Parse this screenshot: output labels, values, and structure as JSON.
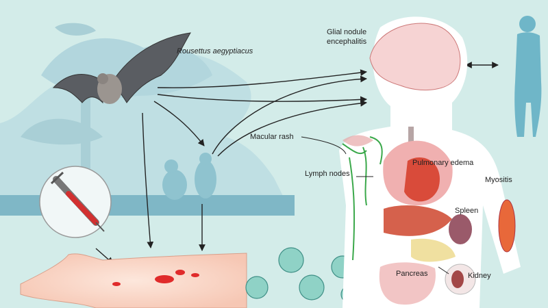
{
  "labels": {
    "species": "Rousettus aegyptiacus",
    "glial_line1": "Glial nodule",
    "glial_line2": "encephalitis",
    "rash": "Macular rash",
    "lymph": "Lymph nodes",
    "edema": "Pulmonary edema",
    "myositis": "Myositis",
    "spleen": "Spleen",
    "pancreas": "Pancreas",
    "kidney": "Kidney"
  },
  "colors": {
    "background": "#d3ece9",
    "tree": "#b8dbe0",
    "ground": "#7fb7c6",
    "body": "#ffffff",
    "silhouette": "#6fb6c8",
    "blood": "#e02b2b",
    "lymph_vessel": "#3aa84a",
    "bat": "#5a5d62"
  },
  "icons": [
    "bat-icon",
    "syringe-icon",
    "woman-silhouette-icon",
    "brain-icon",
    "primates-icon",
    "virus-cells-icon"
  ]
}
